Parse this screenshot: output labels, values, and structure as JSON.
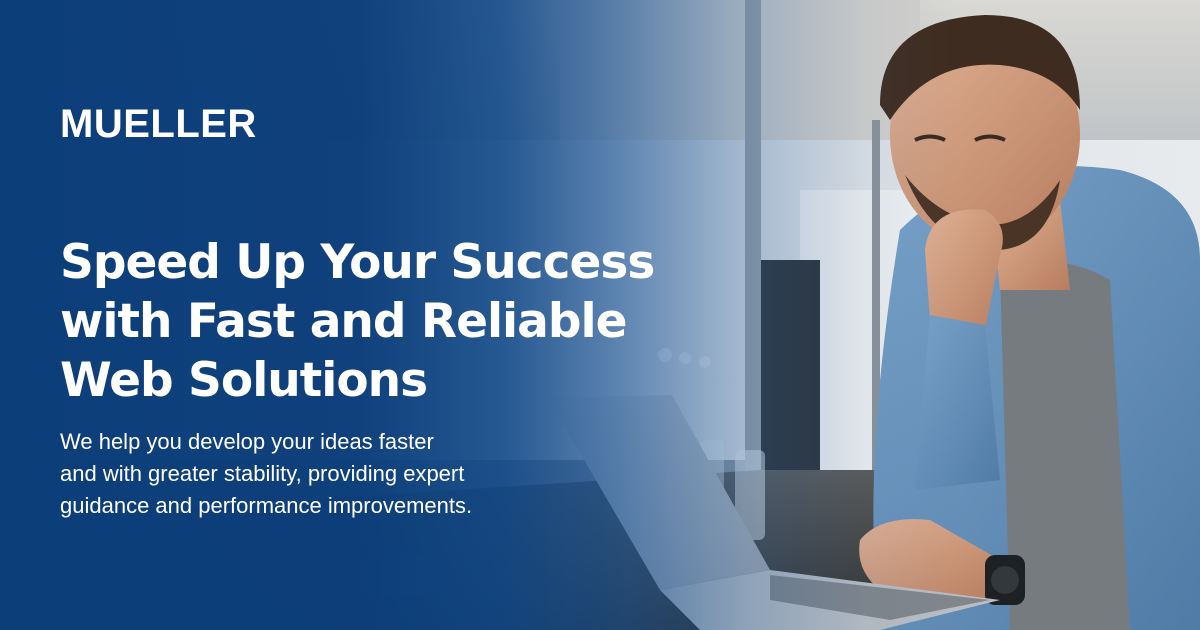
{
  "brand": {
    "logo_text": "MUELLER"
  },
  "hero": {
    "headline_lines": [
      "Speed Up Your Success",
      "with Fast and Reliable",
      "Web Solutions"
    ],
    "subtext_lines": [
      "We help you develop your ideas faster",
      "and with greater stability, providing expert",
      "guidance and performance improvements."
    ]
  },
  "colors": {
    "brand_blue": "#0c3e7a",
    "text": "#ffffff"
  },
  "photo": {
    "subject": "man-with-laptop-photo"
  }
}
